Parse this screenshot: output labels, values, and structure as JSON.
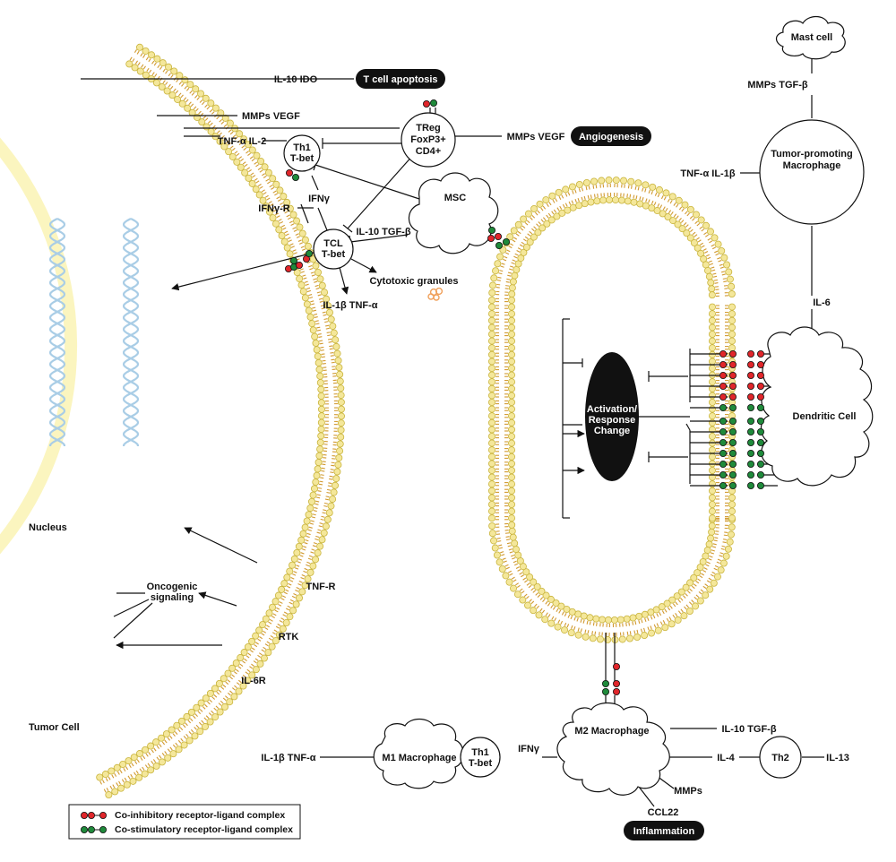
{
  "labels": {
    "il10_ido": "IL-10 IDO",
    "t_cell_apoptosis": "T cell apoptosis",
    "mmps_vegf_left": "MMPs VEGF",
    "treg": "TReg",
    "foxp3": "FoxP3+",
    "cd4": "CD4+",
    "mmps_vegf_right": "MMPs VEGF",
    "angiogenesis": "Angiogenesis",
    "tnf_il2": "TNF-α IL-2",
    "th1": "Th1",
    "tbet": "T-bet",
    "ifng": "IFNγ",
    "ifngr": "IFNγ-R",
    "msc": "MSC",
    "il10_tgfb_msc": "IL-10 TGF-β",
    "tcl": "TCL",
    "cytotoxic_granules": "Cytotoxic granules",
    "il1b_tnfa_tcl": "IL-1β TNF-α",
    "mast_cell": "Mast cell",
    "mmps_tgfb": "MMPs TGF-β",
    "tumor_promoting": "Tumor-promoting",
    "macrophage": "Macrophage",
    "tnfa_il1b_mac": "TNF-α IL-1β",
    "il6": "IL-6",
    "activation": "Activation/",
    "response": "Response",
    "change": "Change",
    "dendritic_cell": "Dendritic Cell",
    "nucleus": "Nucleus",
    "oncogenic": "Oncogenic",
    "signaling": "signaling",
    "tnfr": "TNF-R",
    "rtk": "RTK",
    "il6r": "IL-6R",
    "tumor_cell": "Tumor Cell",
    "m2_macrophage": "M2 Macrophage",
    "il10_tgfb_m2": "IL-10 TGF-β",
    "m1_macrophage": "M1 Macrophage",
    "il1b_tnfa_m1": "IL-1β TNF-α",
    "th1_bottom": "Th1",
    "tbet_bottom": "T-bet",
    "ifng_bottom": "IFNγ",
    "il4": "IL-4",
    "th2": "Th2",
    "il13": "IL-13",
    "mmps_bottom": "MMPs",
    "ccl22": "CCL22",
    "inflammation": "Inflammation"
  },
  "legend": {
    "inhibitory": "Co-inhibitory receptor-ligand complex",
    "stimulatory": "Co-stimulatory receptor-ligand complex"
  },
  "colors": {
    "lipid_head": "#f4e79a",
    "lipid_outline": "#c9b43c",
    "lipid_tail": "#d29a30",
    "nucleus_band": "#fbf5bf",
    "dna": "#a9cde6",
    "red": "#e0262b",
    "green": "#1f8a3b",
    "granules": "#f0a05a"
  }
}
